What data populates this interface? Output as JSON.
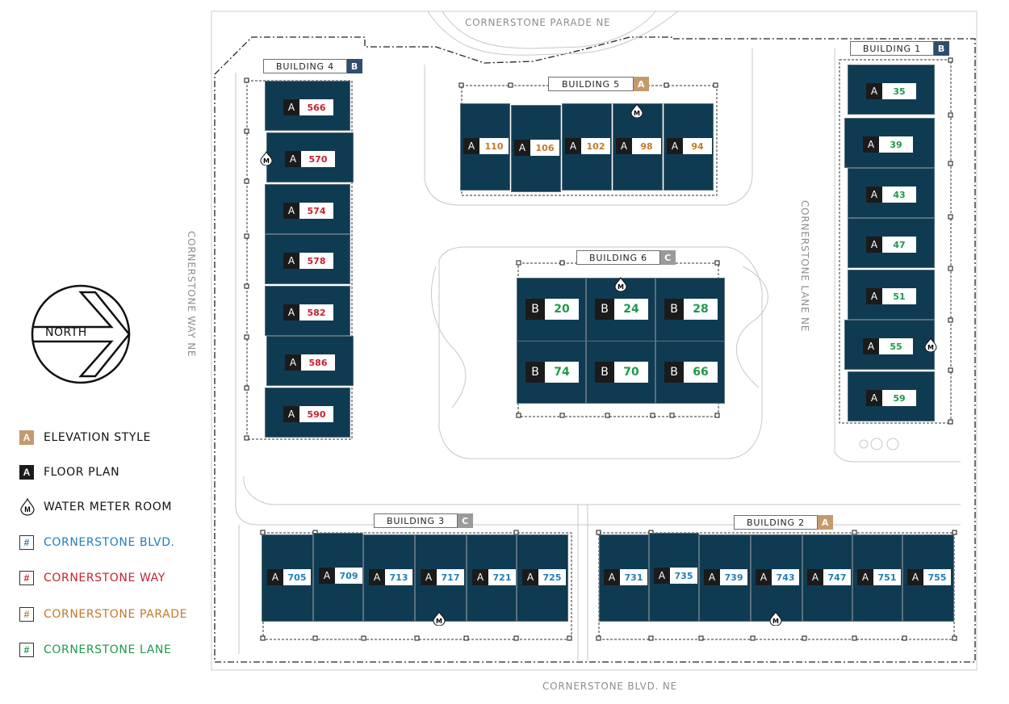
{
  "streets": {
    "north": "CORNERSTONE PARADE NE",
    "south": "CORNERSTONE BLVD. NE",
    "west": "CORNERSTONE WAY NE",
    "east": "CORNERSTONE LANE NE"
  },
  "compass": {
    "label": "NORTH"
  },
  "colors": {
    "unit_fill": "#0f3b52",
    "style_a": "#c49a6c",
    "style_b": "#2f4e6e",
    "style_c": "#9a9a9a",
    "blvd": "#1f7fba",
    "way": "#c8202f",
    "parade": "#c07a2a",
    "lane": "#1e9a4a"
  },
  "buildings": {
    "b1": {
      "name": "BUILDING 1",
      "style": "B"
    },
    "b2": {
      "name": "BUILDING 2",
      "style": "A"
    },
    "b3": {
      "name": "BUILDING 3",
      "style": "C"
    },
    "b4": {
      "name": "BUILDING 4",
      "style": "B"
    },
    "b5": {
      "name": "BUILDING 5",
      "style": "A"
    },
    "b6": {
      "name": "BUILDING 6",
      "style": "C"
    }
  },
  "units": {
    "b4": [
      {
        "plan": "A",
        "number": "566"
      },
      {
        "plan": "A",
        "number": "570"
      },
      {
        "plan": "A",
        "number": "574"
      },
      {
        "plan": "A",
        "number": "578"
      },
      {
        "plan": "A",
        "number": "582"
      },
      {
        "plan": "A",
        "number": "586"
      },
      {
        "plan": "A",
        "number": "590"
      }
    ],
    "b5": [
      {
        "plan": "A",
        "number": "110"
      },
      {
        "plan": "A",
        "number": "106"
      },
      {
        "plan": "A",
        "number": "102"
      },
      {
        "plan": "A",
        "number": "98"
      },
      {
        "plan": "A",
        "number": "94"
      }
    ],
    "b1": [
      {
        "plan": "A",
        "number": "35"
      },
      {
        "plan": "A",
        "number": "39"
      },
      {
        "plan": "A",
        "number": "43"
      },
      {
        "plan": "A",
        "number": "47"
      },
      {
        "plan": "A",
        "number": "51"
      },
      {
        "plan": "A",
        "number": "55"
      },
      {
        "plan": "A",
        "number": "59"
      }
    ],
    "b6": [
      {
        "plan": "B",
        "number": "20"
      },
      {
        "plan": "B",
        "number": "24"
      },
      {
        "plan": "B",
        "number": "28"
      },
      {
        "plan": "B",
        "number": "74"
      },
      {
        "plan": "B",
        "number": "70"
      },
      {
        "plan": "B",
        "number": "66"
      }
    ],
    "b3": [
      {
        "plan": "A",
        "number": "705"
      },
      {
        "plan": "A",
        "number": "709"
      },
      {
        "plan": "A",
        "number": "713"
      },
      {
        "plan": "A",
        "number": "717"
      },
      {
        "plan": "A",
        "number": "721"
      },
      {
        "plan": "A",
        "number": "725"
      }
    ],
    "b2": [
      {
        "plan": "A",
        "number": "731"
      },
      {
        "plan": "A",
        "number": "735"
      },
      {
        "plan": "A",
        "number": "739"
      },
      {
        "plan": "A",
        "number": "743"
      },
      {
        "plan": "A",
        "number": "747"
      },
      {
        "plan": "A",
        "number": "751"
      },
      {
        "plan": "A",
        "number": "755"
      }
    ]
  },
  "meter_glyph": "M",
  "legend": [
    {
      "swatch": "A",
      "label": "ELEVATION STYLE",
      "kind": "elevation"
    },
    {
      "swatch": "A",
      "label": "FLOOR PLAN",
      "kind": "plan"
    },
    {
      "swatch": "M",
      "label": "WATER METER ROOM",
      "kind": "meter"
    },
    {
      "swatch": "#",
      "label": "CORNERSTONE BLVD.",
      "kind": "blvd"
    },
    {
      "swatch": "#",
      "label": "CORNERSTONE WAY",
      "kind": "way"
    },
    {
      "swatch": "#",
      "label": "CORNERSTONE PARADE",
      "kind": "parade"
    },
    {
      "swatch": "#",
      "label": "CORNERSTONE LANE",
      "kind": "lane"
    }
  ]
}
